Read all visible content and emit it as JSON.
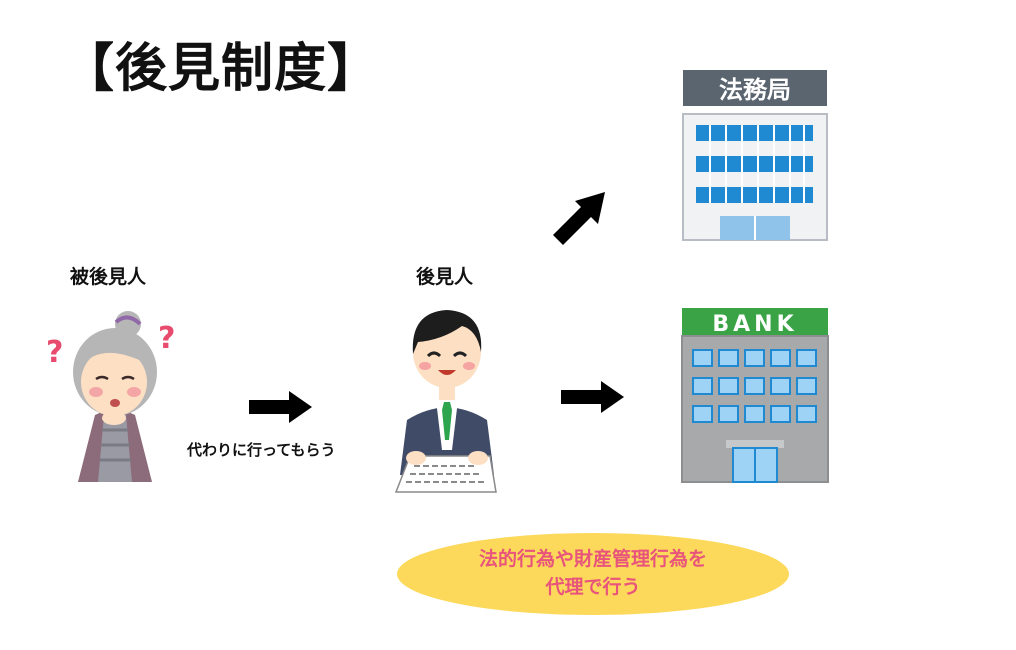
{
  "title": "【後見制度】",
  "labels": {
    "ward": "被後見人",
    "guardian": "後見人",
    "go_instead": "代わりに行ってもらう"
  },
  "buildings": {
    "legal_bureau_sign": "法務局",
    "bank_sign": "BANK"
  },
  "bubble": {
    "line1": "法的行為や財産管理行為を",
    "line2": "代理で行う"
  },
  "colors": {
    "bubble_fill": "#fcd95a",
    "bubble_text": "#e8547c",
    "bank_sign": "#3aa346",
    "legal_bureau_sign": "#5a6570",
    "windows": "#1f8ad1",
    "arrows": "#000000"
  },
  "icons": [
    "elderly-woman-confused",
    "male-guardian-with-document",
    "legal-bureau-building",
    "bank-building",
    "right-arrow",
    "up-right-arrow"
  ]
}
